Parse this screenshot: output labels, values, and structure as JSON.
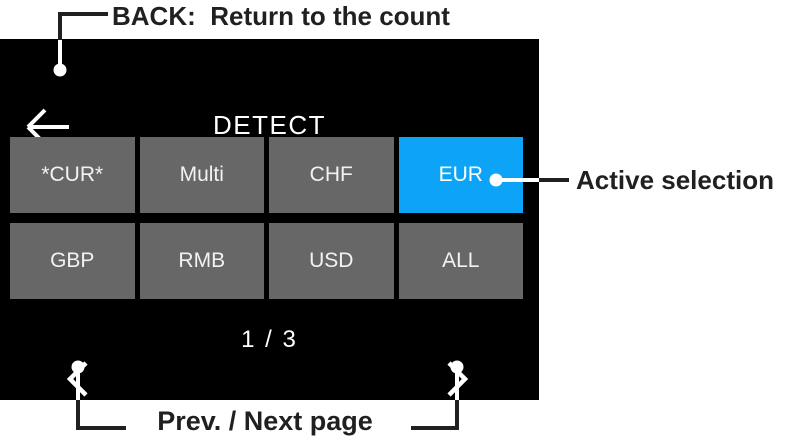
{
  "annotations": {
    "back": "BACK:  Return to the count",
    "active": "Active selection",
    "prev_next": "Prev. / Next page"
  },
  "screen": {
    "title": "DETECT",
    "back_icon": "arrow-left",
    "pagination": {
      "current": "1 / 3",
      "prev_icon": "chevron-left",
      "next_icon": "chevron-right"
    },
    "buttons": [
      {
        "label": "*CUR*",
        "active": false
      },
      {
        "label": "Multi",
        "active": false
      },
      {
        "label": "CHF",
        "active": false
      },
      {
        "label": "EUR",
        "active": true
      },
      {
        "label": "GBP",
        "active": false
      },
      {
        "label": "RMB",
        "active": false
      },
      {
        "label": "USD",
        "active": false
      },
      {
        "label": "ALL",
        "active": false
      }
    ],
    "colors": {
      "screen_bg": "#000000",
      "button_bg": "#676767",
      "active_bg": "#0da3f6",
      "button_text": "#f2f2f2"
    }
  }
}
